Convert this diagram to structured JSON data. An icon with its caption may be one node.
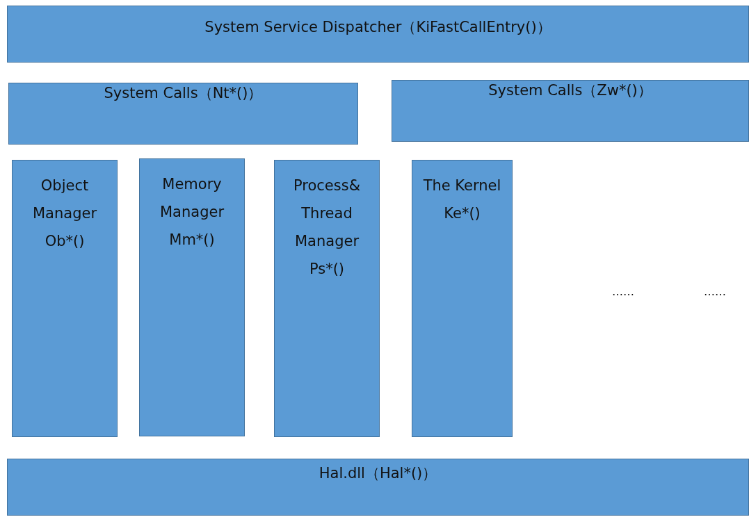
{
  "diagram": {
    "nodes": [
      {
        "text": [
          "System Service Dispatcher（KiFastCallEntry()）"
        ]
      },
      {
        "text": [
          "System Calls（Nt*()）"
        ]
      },
      {
        "text": [
          "System Calls（Zw*()）"
        ]
      },
      {
        "text": [
          "Object Manager Ob*()"
        ]
      },
      {
        "text": [
          "Memory Manager Mm*()"
        ]
      },
      {
        "text": [
          "Process& Thread Manager Ps*()"
        ]
      },
      {
        "text": [
          "The Kernel Ke*()"
        ]
      },
      {
        "text": [
          "Hal.dll（Hal*()）"
        ]
      }
    ],
    "labels": [
      "……",
      "……"
    ]
  }
}
